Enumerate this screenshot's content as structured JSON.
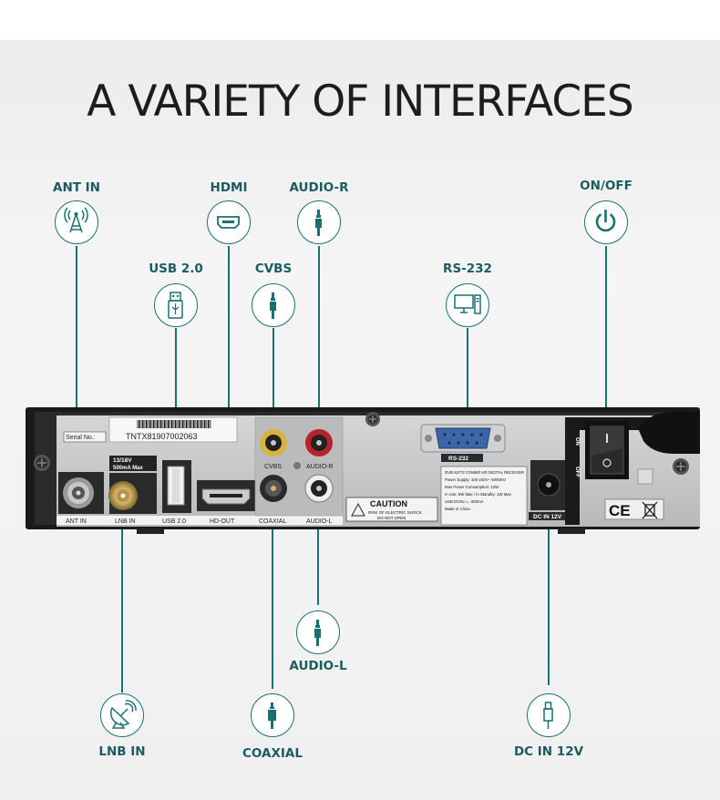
{
  "title": "A VARIETY OF INTERFACES",
  "labels": {
    "ant_in": "ANT IN",
    "hdmi": "HDMI",
    "audio_r": "AUDIO-R",
    "on_off": "ON/OFF",
    "usb": "USB 2.0",
    "cvbs": "CVBS",
    "rs232": "RS-232",
    "audio_l": "AUDIO-L",
    "lnb_in": "LNB IN",
    "coaxial": "COAXIAL",
    "dc_in": "DC IN 12V"
  },
  "device": {
    "serial_label": "Serial No.:",
    "serial_number": "TNTX81907002063",
    "port_ant": "ANT IN",
    "port_lnb": "LNB IN",
    "lnb_spec_1": "13/18V",
    "lnb_spec_2": "500mA Max",
    "port_usb": "USB 2.0",
    "port_hd": "HD-OUT",
    "port_coaxial": "COAXIAL",
    "port_cvbs": "CVBS",
    "port_audio_r": "AUDIO-R",
    "port_audio_l": "AUDIO-L",
    "port_rs232": "RS-232",
    "port_dc": "DC IN 12V",
    "switch_on": "ON",
    "switch_off": "OFF",
    "caution": "CAUTION",
    "caution_1": "RISK OF ELECTRIC SHOCK",
    "caution_2": "DO NOT OPEN",
    "spec_lines": [
      "DVB-S2/T2 COMBO HD DIGITAL RECEIVER",
      "Power Supply: 100-240V~ 50/60Hz",
      "Max Power Consumption: 12W",
      "In Use: 6W Max / In Standby: 1W Max",
      "USB DC5V==, 500mA",
      "Made in China"
    ],
    "ce_mark": "CE"
  },
  "colors": {
    "accent": "#1b7072",
    "label": "#1b5c60",
    "panel": "#c9cbcc",
    "chassis": "#1a1a1a"
  }
}
